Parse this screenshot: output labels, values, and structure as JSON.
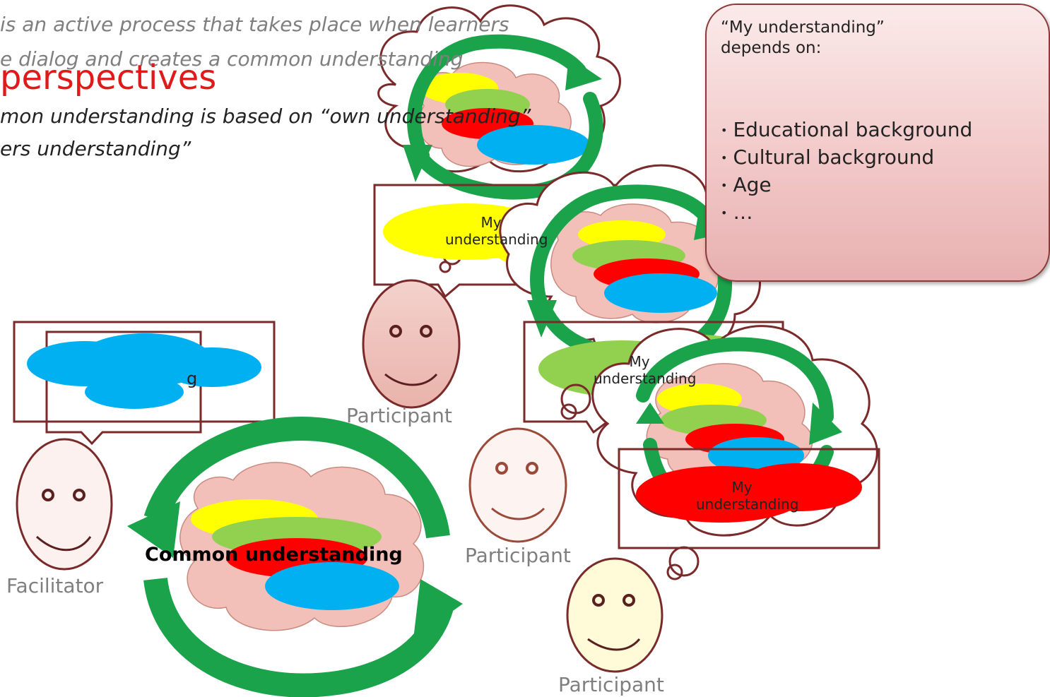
{
  "intro": {
    "line1": "is an active process that takes place when learners",
    "line2": "e dialog and creates a common understanding",
    "line3": "mon understanding is based on “own understanding”",
    "line4": "ers understanding”"
  },
  "title": "perspectives",
  "callout": {
    "heading": "“My understanding” depends on:",
    "items": [
      "Educational background",
      "Cultural background",
      "Age",
      "…"
    ]
  },
  "labels": {
    "my_understanding_1": "My understanding",
    "my_understanding_2": "My understanding",
    "my_understanding_3": "My understanding",
    "facilitator_bubble": "g",
    "common_understanding": "Common understanding",
    "participant_1": "Participant",
    "participant_2": "Participant",
    "participant_3": "Participant",
    "facilitator": "Facilitator"
  },
  "colors": {
    "outline": "#7a2a2a",
    "pink_cloud": "#f2c0b8",
    "yellow": "#ffff00",
    "light_green": "#92d050",
    "red": "#ff0000",
    "blue": "#00b0f0",
    "arrow_green": "#1aa34a",
    "title_red": "#e01a1a"
  }
}
